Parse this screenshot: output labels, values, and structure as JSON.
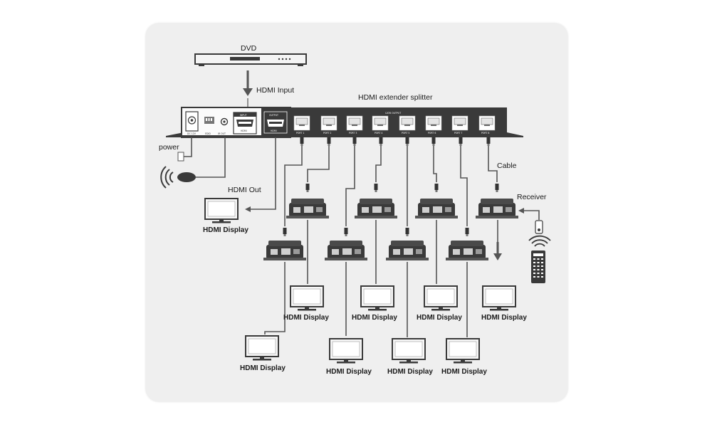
{
  "labels": {
    "dvd": "DVD",
    "hdmi_input": "HDMI  Input",
    "splitter": "HDMI extender splitter",
    "power": "power",
    "hdmi_out": "HDMI Out",
    "cable": "Cable",
    "receiver": "Receiver",
    "display": "HDMI Display"
  },
  "splitter_panel": {
    "dc_in": "DC 12V",
    "edid": "EDID",
    "ir_out": "IR OUT",
    "input": "INPUT",
    "output": "OUTPUT",
    "hdmi": "HDMI",
    "cat_output": "CAT6 OUTPUT",
    "ports": [
      "PORT 1",
      "PORT 2",
      "PORT 3",
      "PORT 4",
      "PORT 5",
      "PORT 6",
      "PORT 7",
      "PORT 8"
    ]
  },
  "colors": {
    "background": "#efefef",
    "device": "#3a3a3a",
    "wire": "#555555"
  },
  "icons": [
    "dvd-player-icon",
    "ir-sensor-icon",
    "monitor-icon",
    "receiver-icon",
    "remote-control-icon",
    "wifi-signal-icon"
  ]
}
